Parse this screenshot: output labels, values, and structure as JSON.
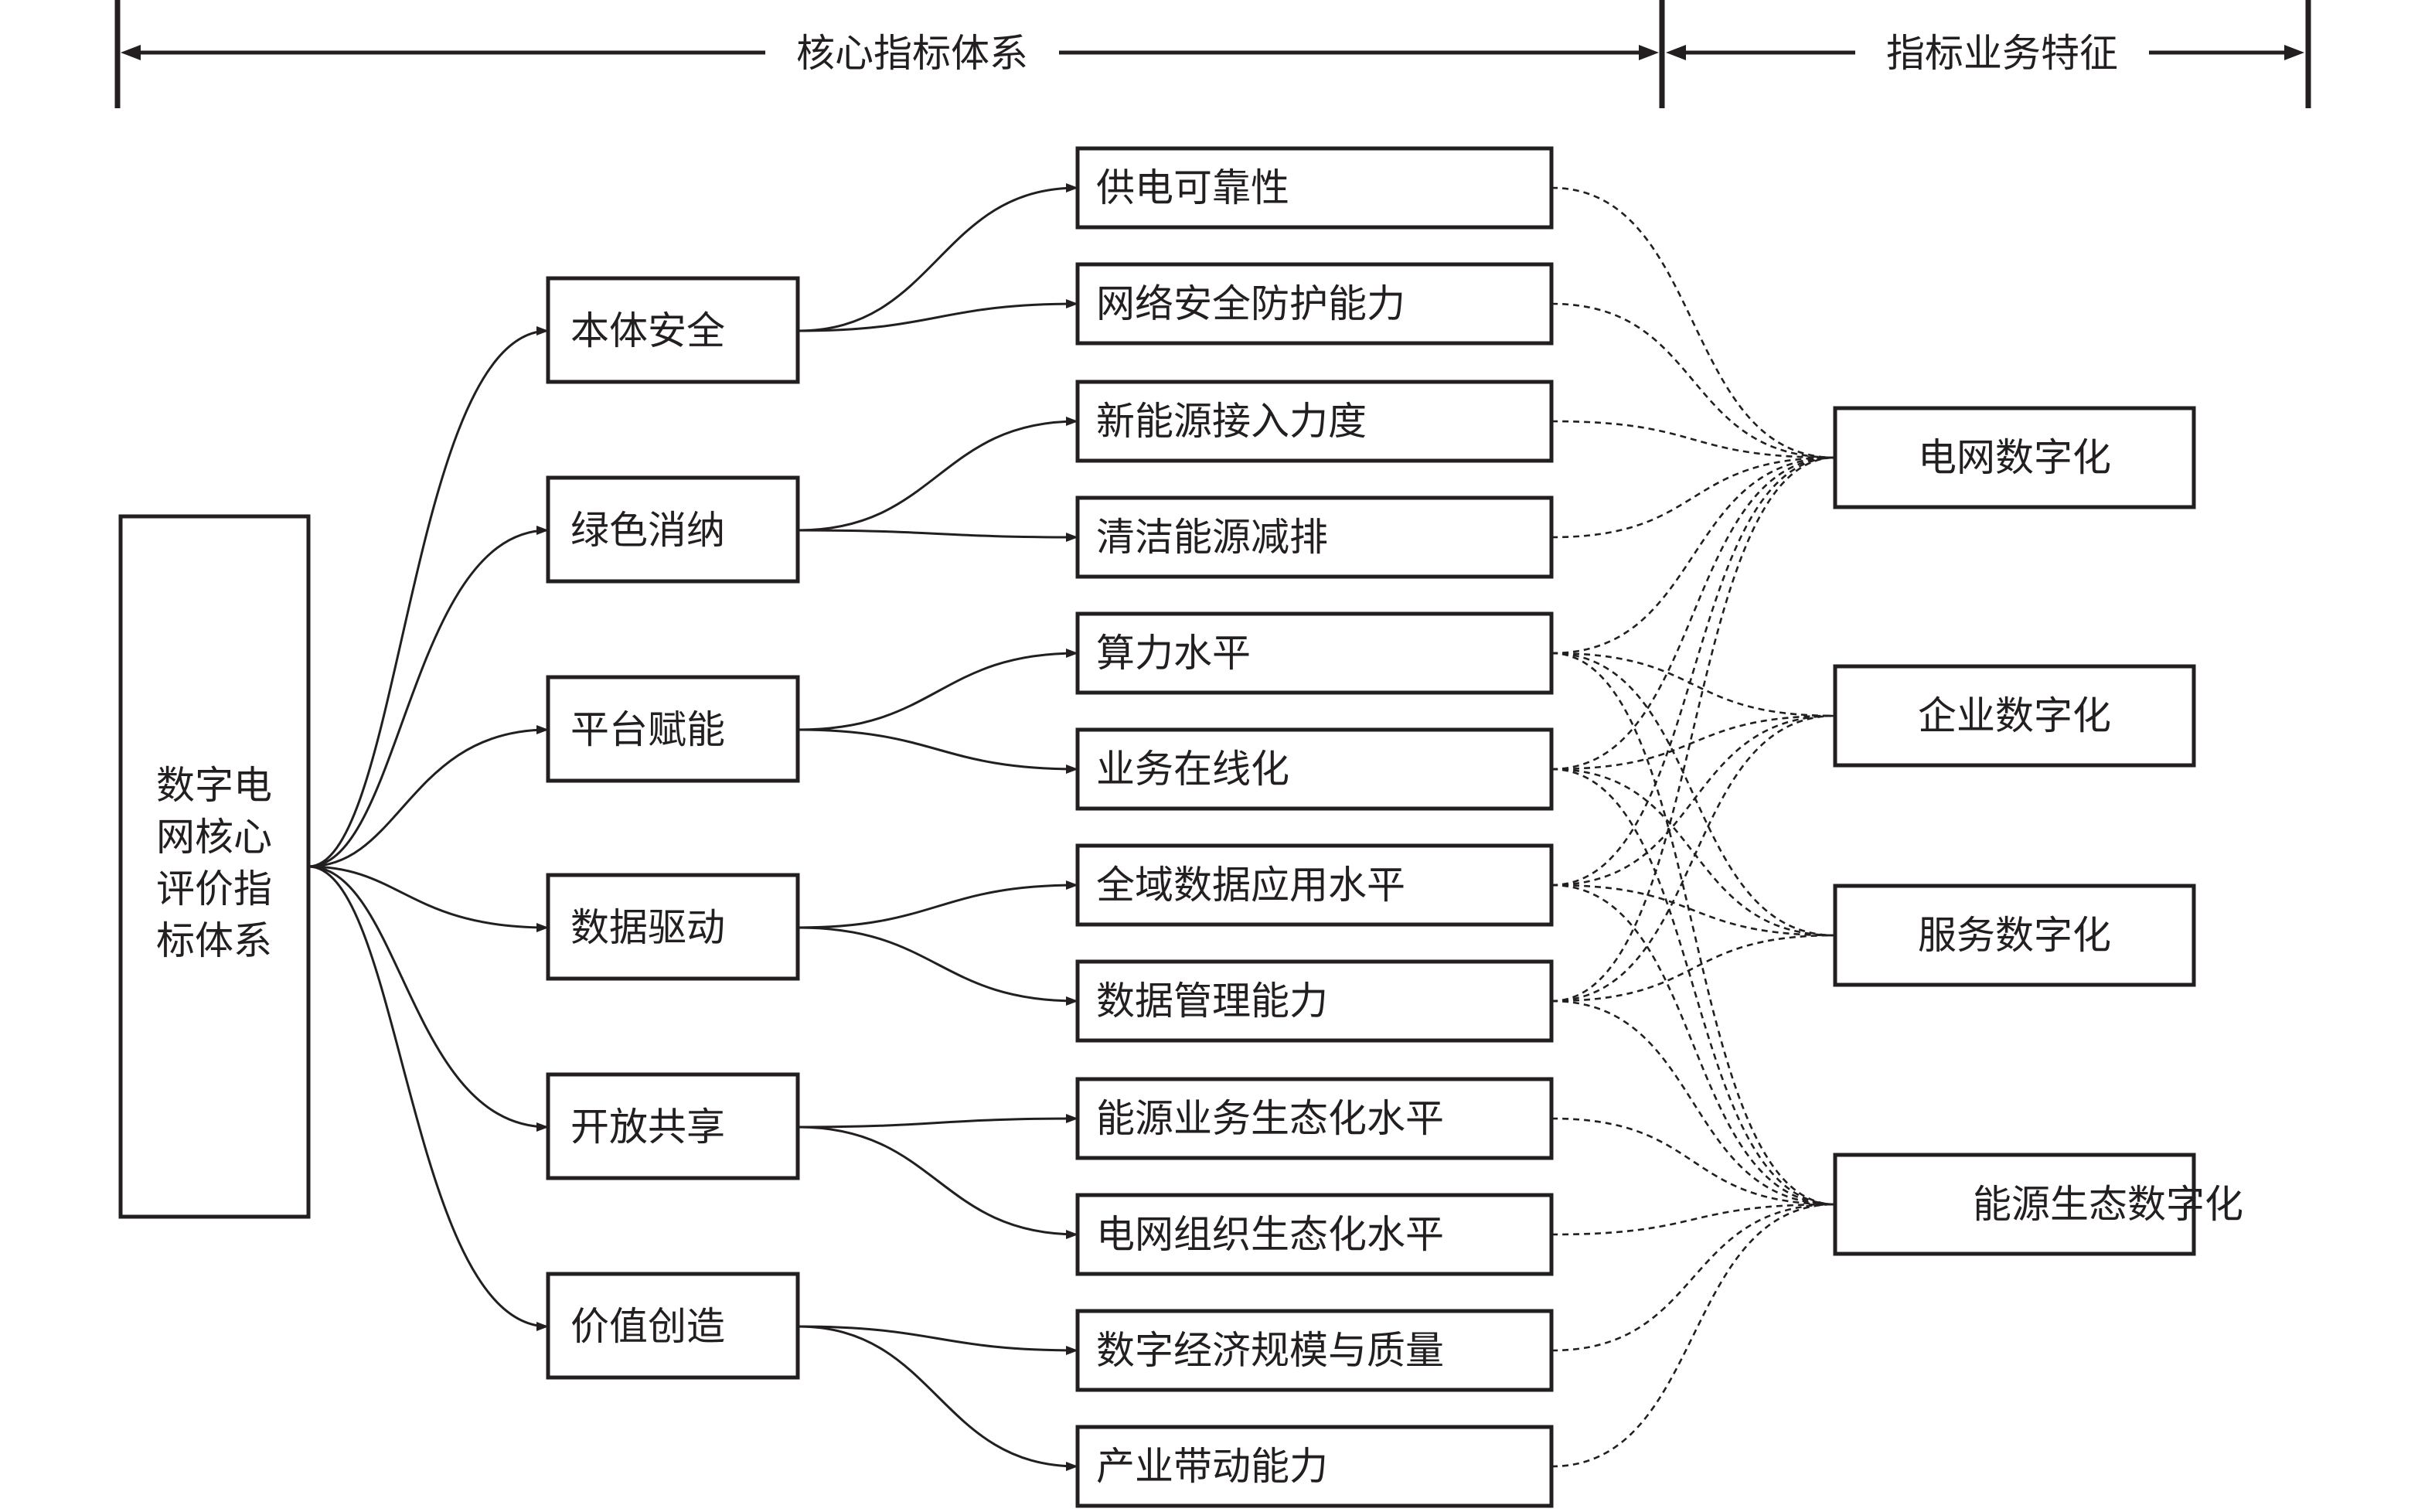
{
  "header": {
    "core_title": "核心指标体系",
    "feature_title": "指标业务特征"
  },
  "root": {
    "lines": [
      "数字电",
      "网核心",
      "评价指",
      "标体系"
    ]
  },
  "categories": [
    {
      "label": "本体安全",
      "indicators": [
        "供电可靠性",
        "网络安全防护能力"
      ]
    },
    {
      "label": "绿色消纳",
      "indicators": [
        "新能源接入力度",
        "清洁能源减排"
      ]
    },
    {
      "label": "平台赋能",
      "indicators": [
        "算力水平",
        "业务在线化"
      ]
    },
    {
      "label": "数据驱动",
      "indicators": [
        "全域数据应用水平",
        "数据管理能力"
      ]
    },
    {
      "label": "开放共享",
      "indicators": [
        "能源业务生态化水平",
        "电网组织生态化水平"
      ]
    },
    {
      "label": "价值创造",
      "indicators": [
        "数字经济规模与质量",
        "产业带动能力"
      ]
    }
  ],
  "features": [
    "电网数字化",
    "企业数字化",
    "服务数字化",
    "能源生态数字化"
  ],
  "feature_links": [
    [
      0
    ],
    [
      0
    ],
    [
      0
    ],
    [
      0
    ],
    [
      0,
      1,
      2,
      3
    ],
    [
      0,
      1,
      2,
      3
    ],
    [
      0,
      1,
      2,
      3
    ],
    [
      0,
      1,
      2,
      3
    ],
    [
      3
    ],
    [
      3
    ],
    [
      3
    ],
    [
      3
    ]
  ],
  "colors": {
    "ink": "#231f20",
    "background": "#ffffff"
  }
}
